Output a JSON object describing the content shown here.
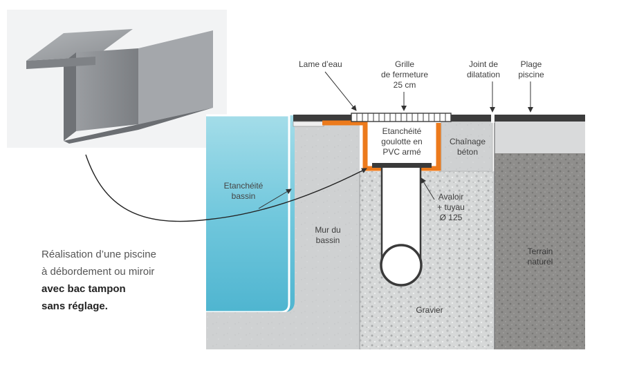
{
  "labels": {
    "lame_eau": "Lame d’eau",
    "grille": [
      "Grille",
      "de fermeture",
      "25 cm"
    ],
    "joint": [
      "Joint de",
      "dilatation"
    ],
    "plage": [
      "Plage",
      "piscine"
    ],
    "etancheite_goulotte": [
      "Etanchéité",
      "goulotte en",
      "PVC armé"
    ],
    "chainage": [
      "Chaînage",
      "béton"
    ],
    "etancheite_bassin": [
      "Etanchéité",
      "bassin"
    ],
    "avaloir": [
      "Avaloir",
      "+ tuyau",
      "Ø 125"
    ],
    "mur": [
      "Mur du",
      "bassin"
    ],
    "terrain": [
      "Terrain",
      "naturel"
    ],
    "gravier": "Gravier"
  },
  "caption": {
    "line1": "Réalisation d’une piscine",
    "line2": "à débordement ou miroir",
    "line3": "avec bac tampon",
    "line4": "sans réglage."
  },
  "colors": {
    "water": "#6cc6dc",
    "concrete": "#cfd1d2",
    "gravel": "#d4d6d6",
    "soil": "#8e8d8b",
    "pvc_orange": "#ec7a1c",
    "plage_dark": "#3c3c3c",
    "gutter_metal": "#8c8f93"
  }
}
